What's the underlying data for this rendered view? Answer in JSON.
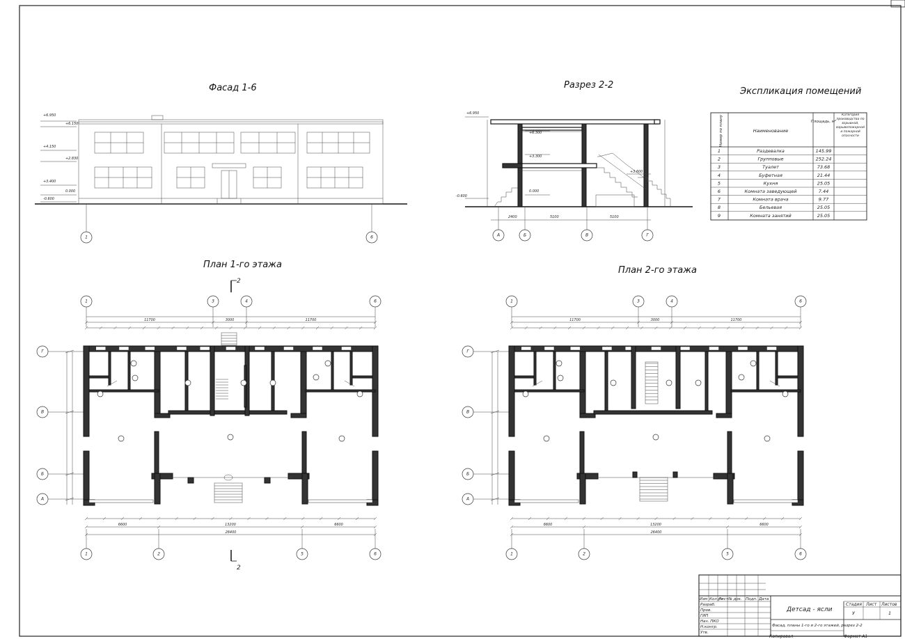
{
  "titles": {
    "facade": "Фасад 1-6",
    "section": "Разрез 2-2",
    "explication": "Экспликация помещений",
    "plan1": "План 1-го этажа",
    "plan2": "План 2-го этажа"
  },
  "cut_mark": "2",
  "facade_axes": [
    "1",
    "6"
  ],
  "section_axes": [
    "А",
    "Б",
    "В",
    "Г"
  ],
  "plan_axes_top": [
    "1",
    "3",
    "4",
    "6"
  ],
  "plan_axes_bottom": [
    "1",
    "2",
    "5",
    "6"
  ],
  "plan_axes_side": [
    "Г",
    "В",
    "Б",
    "А"
  ],
  "facade_levels": [
    "+6.950",
    "+6.150",
    "+4.150",
    "+2.830",
    "+3.400",
    "0.000",
    "-0.600"
  ],
  "section_levels": [
    "+6.950",
    "+6.300",
    "+3.300",
    "+3.600",
    "0.000",
    "-0.600"
  ],
  "section_dims": [
    "2400",
    "5100",
    "5100"
  ],
  "table": {
    "headers": [
      "Номер по плану",
      "Наименование",
      "Площадь, м²",
      "Категория производства по взрывной, взрывопожарной и пожарной опасности"
    ],
    "rows": [
      [
        "1",
        "Раздевалка",
        "145.99",
        ""
      ],
      [
        "2",
        "Групповые",
        "252.24",
        ""
      ],
      [
        "3",
        "Туалет",
        "73.68",
        ""
      ],
      [
        "4",
        "Буфетная",
        "21.44",
        ""
      ],
      [
        "5",
        "Кухня",
        "25.05",
        ""
      ],
      [
        "6",
        "Комната заведующей",
        "7.44",
        ""
      ],
      [
        "7",
        "Комната врача",
        "9.77",
        ""
      ],
      [
        "8",
        "Бельевая",
        "25.05",
        ""
      ],
      [
        "9",
        "Комната занятий",
        "25.05",
        ""
      ]
    ]
  },
  "plan1_dims": {
    "total": "26400",
    "halves": [
      "6600",
      "13200",
      "6600"
    ],
    "top_groups": [
      "11700",
      "3000",
      "11700"
    ]
  },
  "plan2_dims": {
    "total": "26400",
    "halves": [
      "6600",
      "13200",
      "6600"
    ],
    "top_groups": [
      "11700",
      "3000",
      "11700"
    ]
  },
  "titleblock": {
    "headers": [
      "Изм",
      "Кол.уч",
      "Лист",
      "№ док.",
      "Подп.",
      "Дата"
    ],
    "roles": [
      "Разраб.",
      "Пров.",
      "ГИП",
      "Нач. ПКО",
      "Н.контр.",
      "Утв."
    ],
    "project": "Детсад - ясли",
    "sheet_desc": "Фасад, планы 1-го и 2-го этажей, разрез 2-2",
    "stage_label": "Стадия",
    "sheet_label": "Лист",
    "sheets_label": "Листов",
    "stage": "У",
    "sheets": "1",
    "copied": "Копировал",
    "format": "Формат А1"
  }
}
